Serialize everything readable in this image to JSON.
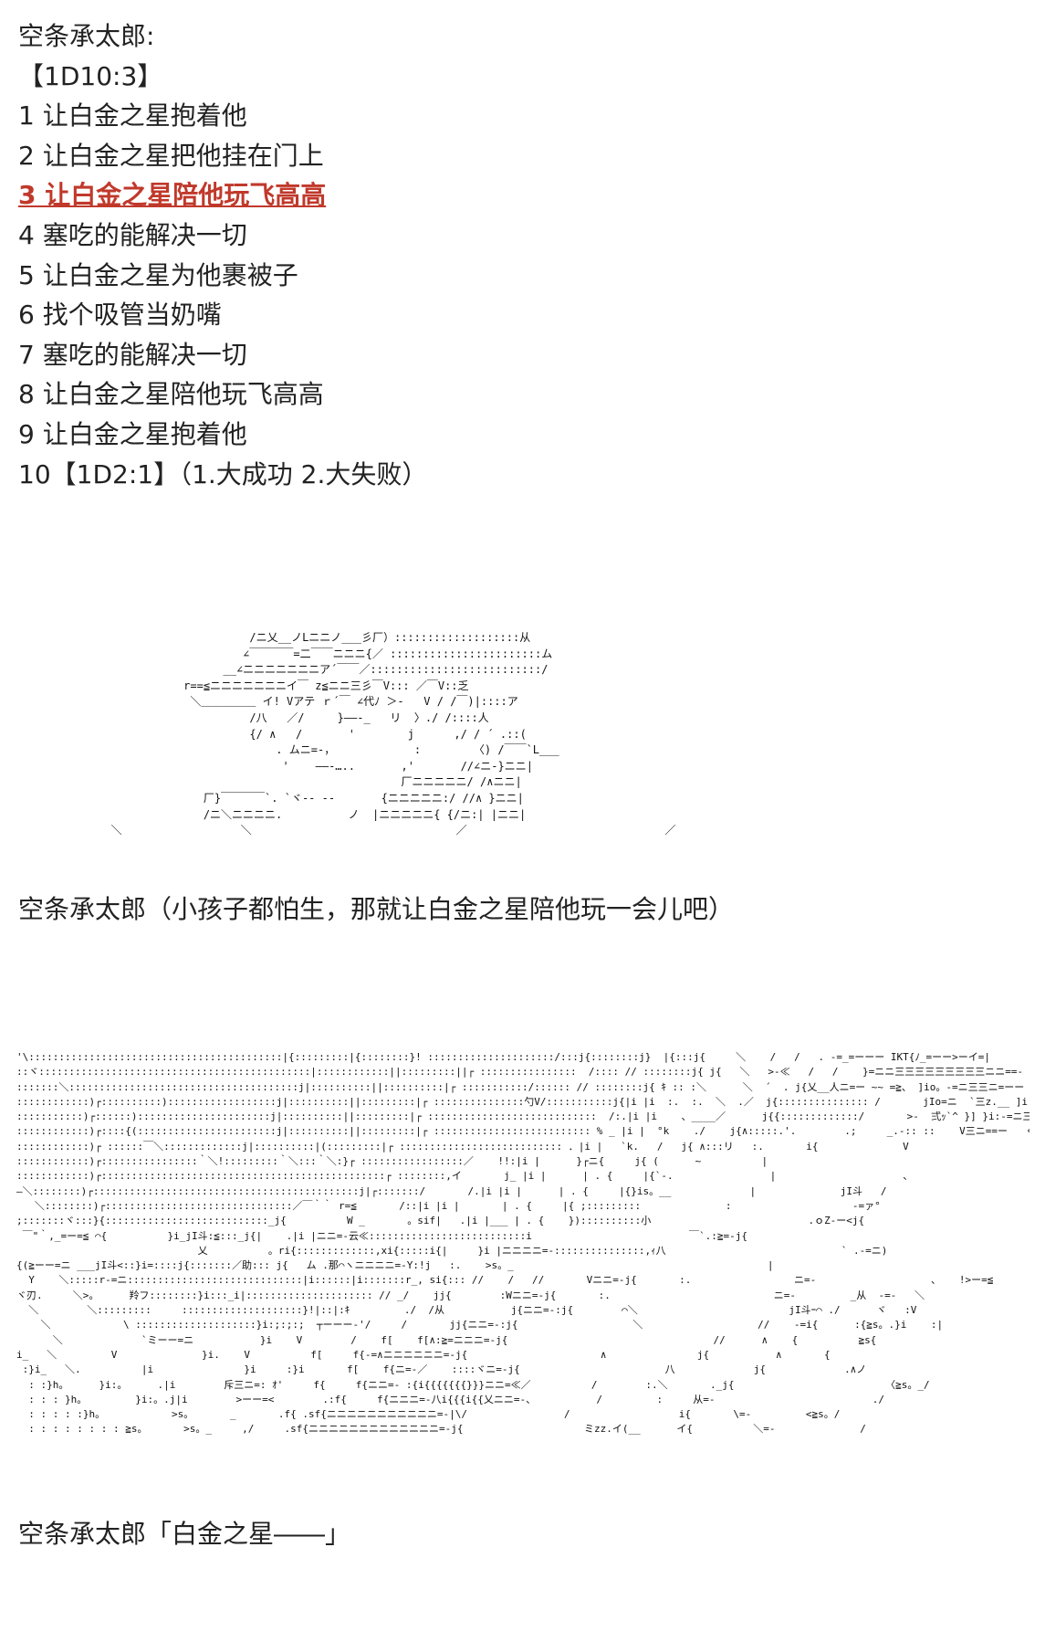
{
  "header": {
    "speaker": "空条承太郎:",
    "roll": "【1D10:3】",
    "options": [
      "1 让白金之星抱着他",
      "2 让白金之星把他挂在门上",
      "3 让白金之星陪他玩飞高高",
      "4 塞吃的能解决一切",
      "5 让白金之星为他裹被子",
      "6 找个吸管当奶嘴",
      "7 塞吃的能解决一切",
      "8 让白金之星陪他玩飞高高",
      "9 让白金之星抱着他",
      "10【1D2:1】（1.大成功 2.大失败）"
    ],
    "highlight_color": "#c0392b"
  },
  "art1": {
    "lines": [
      "                        /ニ乂__ノLニニノ___彡厂）:::::::::::::::::::从",
      "                       ∠￣￣￣￣=二￣￣ニニニ{／ :::::::::::::::::::::::ム",
      "                    __∠ニニニニニニニア´￣￣／::::::::::::::::::::::::::/",
      "              r==≦ニニニニニニニイ￣ z≦ニニ三彡￣V::: ／￣V::乏",
      "               ＼＿＿＿＿＿ イ! Vアテ ｒ´￣ ∠代ﾉ ＞-   V / /￣)|::::ア",
      "                        /八   ／/     }――-_   リ  〉./ /::::人",
      "                        {/ ∧   /       '        j      ,/ / ´ .::(",
      "                            . ムニ=-，            :        〈) /￣￣`L___",
      "                             '    ――-…..       ,'       //∠ニ-}ニニ|",
      "                                               厂ニニニニニ/ /∧ニニ|",
      "                 厂}￣￣￣￣`. `ヾ-- --       {ニニニニニ:/ //∧ }ニニ|",
      "                 /ニ＼ニニニニ.          ノ  |ニニニニニ{ {/ニ:| |ニニ|",
      "   ＼                  ＼                               ／                              ／"
    ]
  },
  "caption1": "空条承太郎（小孩子都怕生，那就让白金之星陪他玩一会儿吧）",
  "art2": {
    "lines": [
      "'\\::::::::::::::::::::::::::::::::::::::::::|{:::::::::|{::::::::}! :::::::::::::::::::::/:::j{::::::::j}  |{:::j{     ＼    /   /   . -=_=ーーー IKT{ﾉ_=ーー>ーイ=|",
      "::ヾ:::::::::::::::::::::::::::::::::::::::::::::|::::::::::::||:::::::::||┌ ::::::::::::::::  /:::: // ::::::::j{ j{   ＼   >-≪   /   /    }=ニニ三三三三三三三三三ニニ==- -=≦。",
      ":::::::＼::::::::::::::::::::::::::::::::::::::j|::::::::::||::::::::::|┌ :::::::::::/:::::: // ::::::::j{ ｷ :: :＼      ＼  ´  . j{乂__人ニ=ー ~~ =≧、 ]io。-=ニ三三ニ=ーー  `",
      "::::::::::::)┌::::::::::)::::::::::::::::::j|::::::::::||:::::::::|┌ :::::::::::::::勺V/:::::::::::j{|i |i  :.  :.  ＼  .／  j{::::::::::::::: /       jIo=ニ  `三z.__ ]i|i:-=ニ三三三ニ=-I",
      ":::::::::::)┌::::::)::::::::::::::::::::::j|::::::::::||:::::::::|┌ ::::::::::::::::::::::::::::  /:.|i |i    、____／      j{{:::::::::::::/       >-  弍ｯ`^ }] }i:-=ニ三三三ニ=-",
      "::::::::::::)┌::::{(:::::::::::::::::::::::j|::::::::::||:::::::::|┌ :::::::::::::::::::::::::: % _ |i |  °k    ./    j{∧:::::.'.        .;     _.-:: ::    V三ニ==ー   く",
      "::::::::::::)┌ ::::::￣＼:::::::::::::j|::::::::::|(:::::::::|┌ ::::::::::::::::::::::::::: ．|i |   `k.   /   j{ ∧:::リ   :.       i{              V",
      "::::::::::::)┌::::::::::::::::｀＼!:::::::::｀＼:::｀＼:}┌ :::::::::::::::::／    !!:|i |      }┌ニ{     j{ (      ~          |",
      "::::::::::::)┌:::::::::::::::::::::::::::::::::::::::::::::::┌ ::::::::,イ       j_ |i |      | . {     |{`-.                |                     、",
      "―＼::::::::)┌::::::::::::::::::::::::::::::::::::::::::::j|┌:::::::/       /.|i |i |      | . {     |{}is。__             |              jI斗   /",
      "   ＼::::::::)┌:::::::::::::::::::::::::::::::／￣｀｀ r=≦       /::|i |i |       | . {     |{ ;:::::::::              :                    -=ァ°",
      ";:::::::ヾ:::}{:::::::::::::::::::::::::::_j{          W _       。sif|   .|i |___ | . {    })::::::::::小                          .ｏZ-ー<j{",
      " ￣\"｀,_=ー=≦ ⌒{          }i_jI斗:≦:::_j{|    .|i |ニニ=-云≪::::::::::::::::::::::::::i                          ￣`.:≧=-j{",
      "                              乂          。ri{:::::::::::::,xi{:::::i{|     }i |ニニニニ=-:::::::::::::::,ｨ八                             ` .-=ニ)",
      "{(≧ーー=ニ ___jI斗<::}i=::::j{:::::::／助::: j{   ム .那⌒ヽニニニニ=-Y:!j   :.    >s。_                                          |",
      "  Y    ＼:::::r-=ニ:::::::::::::::::::::::::::::|i::::::|i:::::::r_, si{::: //    /   //       Vニニ=-j{       :.                 ニ=-                   、   !>ー=≦",
      "ヾ刃.     ＼>。     羚フ::::::::}i:::_i|::::::::::::::::::::: // _/    jj{        :Wニニ=-j{       :.                           ニ=-         _从  -=-   ＼",
      "  ＼        ＼:::::::::     ::::::::::::::::::::}!|::|:ｷ         ./  /从           j{ニニ=-:j{        ⌒＼                         jI斗ｰ⌒ ./      ヾ   :V",
      "    ＼            \\ ::::::::::::::::::::}i:;:;:;  ┬ーーー-'/     /       jj{ニニ=-:j{                   ＼                   //    -=i{      :{≧s。.}i    :|",
      "      ＼             `ミーー=ニ           }i    V        /    f[    f[∧:≧=ニニニ=-j{                                  //      ∧    {          ≧s{",
      "i_   ＼         V              }i.    V          f[     f{-=∧ニニニニニニ=-j{                      ∧               j{           ∧       {",
      " :}i_   ＼.          |i               }i     :}i       f[    f{ニ=-／    ::::ヾニ=-j{                        八             j{             .∧ノ",
      "  : :}h。     }i:。     .|i        斥三ニ=: ｵ'     f{     f{ニニ=- :{i{{{{{{{}}}ニニ=≪／          /        :.＼       ._j{                         〈≧s。_/",
      "  : : : }h。        }i:。.j|i        >ーー=<        .:f{     f{ニニニ=-八i{{{i{{乂ニニ=-、          /         :     从=-                          ./",
      "  : : : : :}h。           >s。      _       .f{ .sf{ニニニニニニニニニニニ=-|\\/                /                  i{       \\=-         <≧s。/",
      "  : : : : : : : : ≧s。      >s。_     ,/     .sf{ニニニニニニニニニニニニニ=-j{                    ミzz.イ(__      イ{          ＼=-              /"
    ]
  },
  "caption2": "空条承太郎「白金之星――」"
}
